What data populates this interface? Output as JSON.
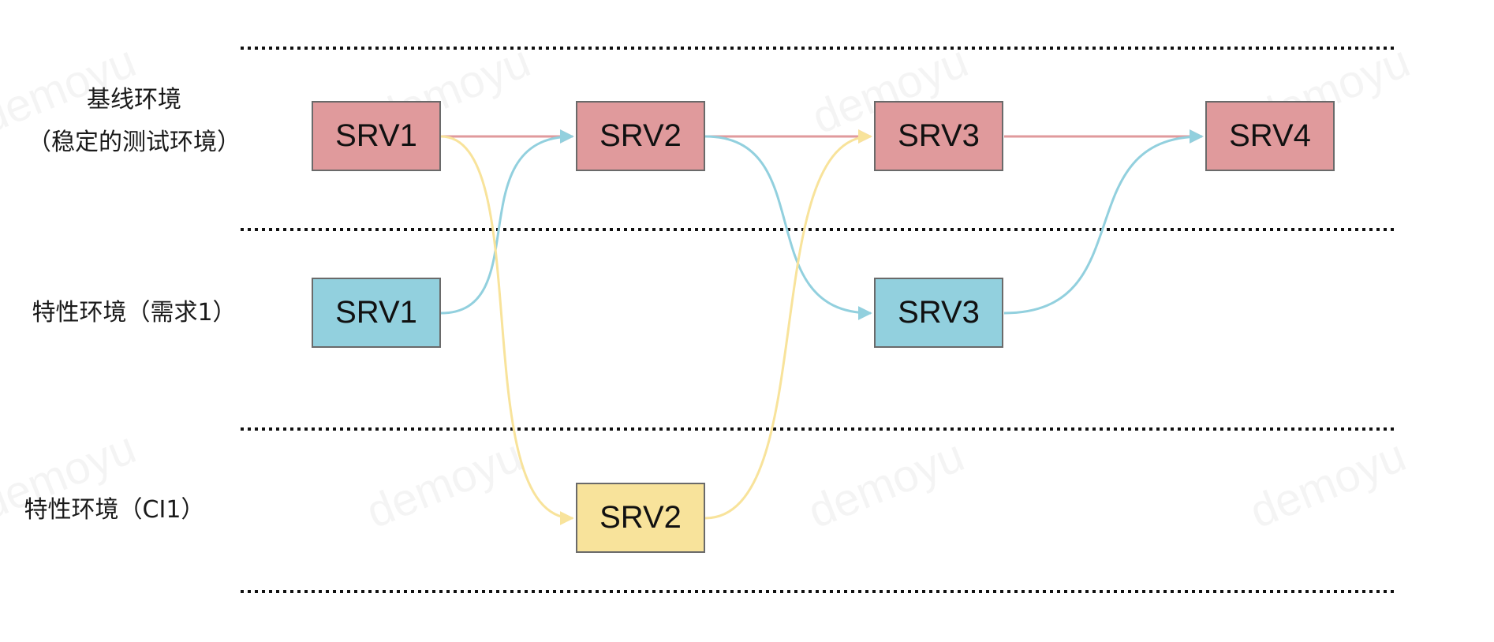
{
  "colors": {
    "baseline": "#e09a9c",
    "feature": "#92d0de",
    "ci": "#f8e39b",
    "box_border": "#6a6a6a",
    "dotted_line": "#111111"
  },
  "lanes": {
    "baseline": {
      "label_line1": "基线环境",
      "label_line2": "（稳定的测试环境）"
    },
    "feature1": {
      "label": "特性环境（需求1）"
    },
    "ci1": {
      "label": "特性环境（CI1）"
    }
  },
  "boxes": {
    "baseline_srv1": "SRV1",
    "baseline_srv2": "SRV2",
    "baseline_srv3": "SRV3",
    "baseline_srv4": "SRV4",
    "feature_srv1": "SRV1",
    "feature_srv3": "SRV3",
    "ci_srv2": "SRV2"
  },
  "watermark": "demoyu"
}
